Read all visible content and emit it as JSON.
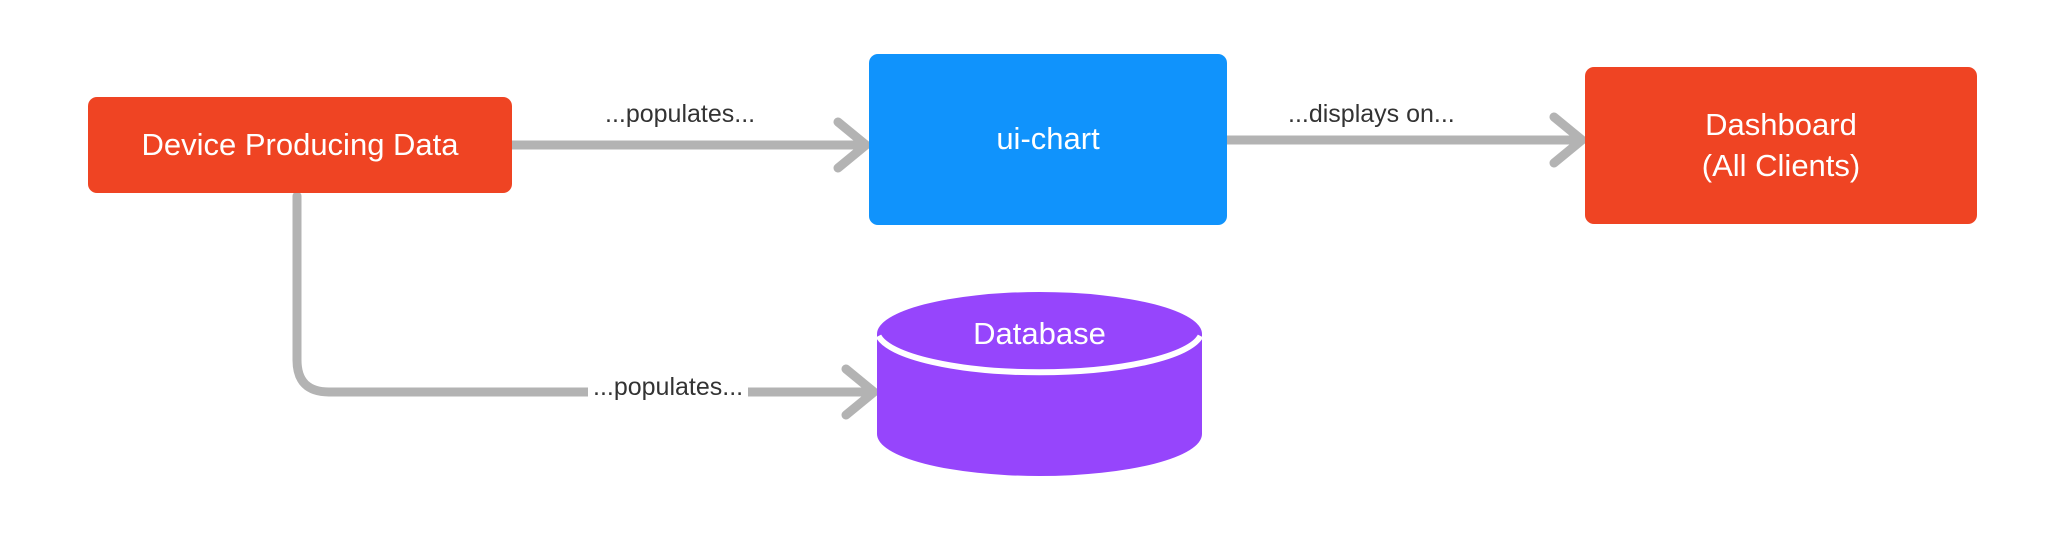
{
  "diagram": {
    "type": "flowchart",
    "background_color": "#ffffff",
    "edge_color": "#b3b3b3",
    "edge_label_color": "#333333",
    "nodes": [
      {
        "id": "device",
        "label": "Device Producing Data",
        "shape": "rounded-rectangle",
        "fill": "#ef4423",
        "text_color": "#ffffff"
      },
      {
        "id": "uichart",
        "label": "ui-chart",
        "shape": "rounded-rectangle",
        "fill": "#1093fc",
        "text_color": "#ffffff"
      },
      {
        "id": "dashboard",
        "label_line1": "Dashboard",
        "label_line2": "(All Clients)",
        "shape": "rounded-rectangle",
        "fill": "#ef4423",
        "text_color": "#ffffff"
      },
      {
        "id": "database",
        "label": "Database",
        "shape": "cylinder",
        "fill": "#9645fc",
        "text_color": "#ffffff"
      }
    ],
    "edges": [
      {
        "id": "device-to-uichart",
        "from": "device",
        "to": "uichart",
        "label": "...populates...",
        "arrow": "open"
      },
      {
        "id": "uichart-to-dashboard",
        "from": "uichart",
        "to": "dashboard",
        "label": "...displays on...",
        "arrow": "open"
      },
      {
        "id": "device-to-database",
        "from": "device",
        "to": "database",
        "label": "...populates...",
        "arrow": "open"
      }
    ]
  }
}
